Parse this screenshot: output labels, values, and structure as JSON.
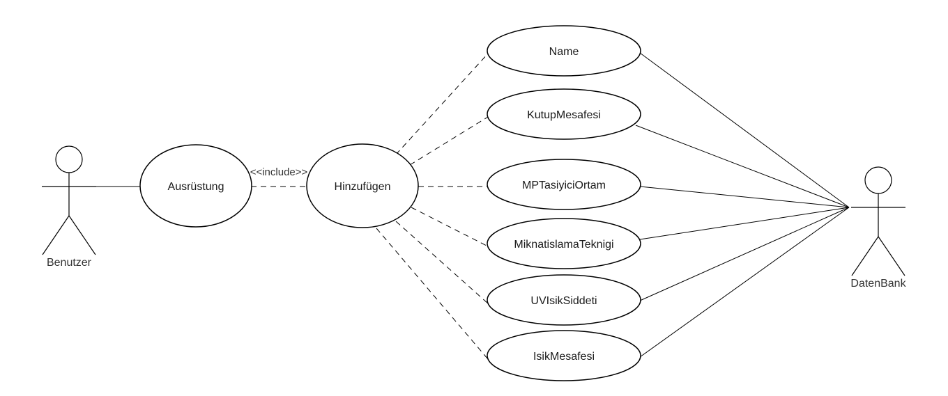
{
  "actors": {
    "user": {
      "label": "Benutzer"
    },
    "database": {
      "label": "DatenBank"
    }
  },
  "use_cases": {
    "equipment": "Ausrüstung",
    "add": "Hinzufügen",
    "attributes": [
      "Name",
      "KutupMesafesi",
      "MPTasiyiciOrtam",
      "MiknatislamaTeknigi",
      "UVIsikSiddeti",
      "IsikMesafesi"
    ]
  },
  "relations": {
    "include_label": "<<include>>"
  }
}
